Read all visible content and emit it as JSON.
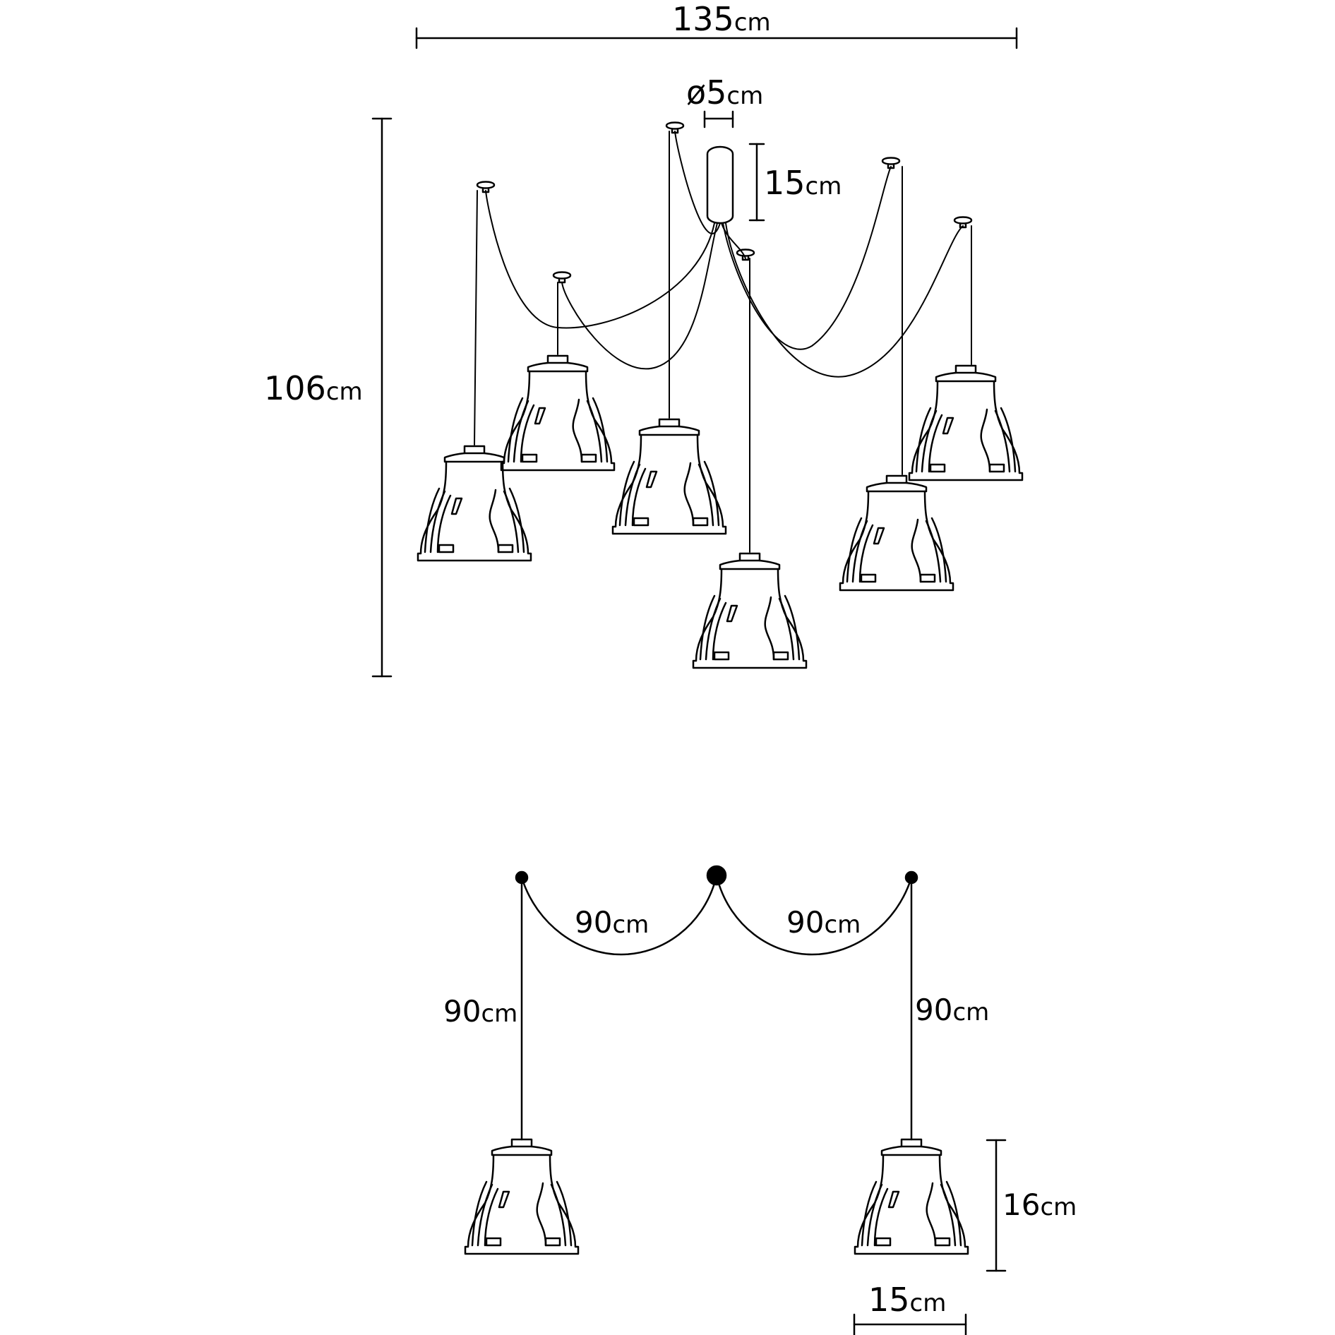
{
  "dimensions": {
    "total_width": {
      "value": "135",
      "unit": "cm"
    },
    "canopy_diameter": {
      "value": "ø5",
      "unit": "cm"
    },
    "canopy_height": {
      "value": "15",
      "unit": "cm"
    },
    "total_height": {
      "value": "106",
      "unit": "cm"
    },
    "cable_left_arc": {
      "value": "90",
      "unit": "cm"
    },
    "cable_right_arc": {
      "value": "90",
      "unit": "cm"
    },
    "cable_left_drop": {
      "value": "90",
      "unit": "cm"
    },
    "cable_right_drop": {
      "value": "90",
      "unit": "cm"
    },
    "shade_height": {
      "value": "16",
      "unit": "cm"
    },
    "shade_width": {
      "value": "15",
      "unit": "cm"
    }
  },
  "colors": {
    "line": "#000000",
    "background": "#ffffff"
  }
}
